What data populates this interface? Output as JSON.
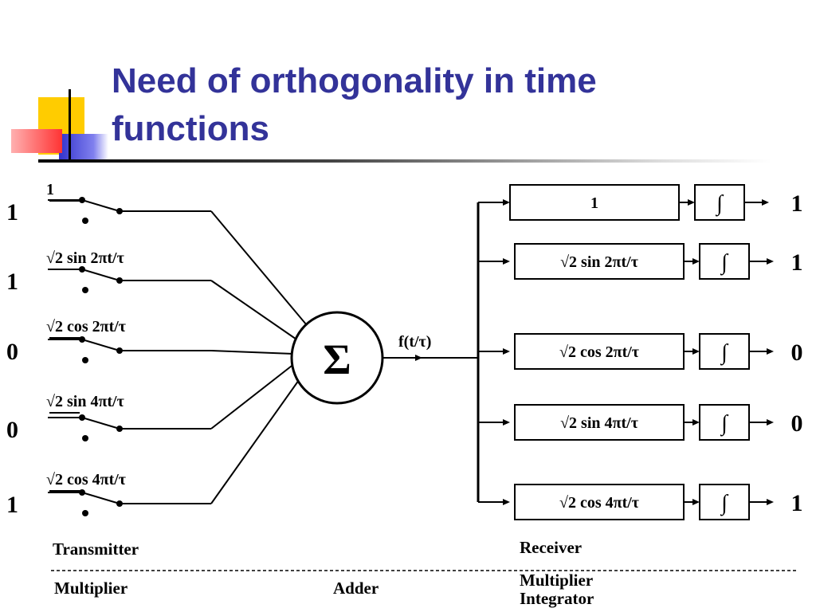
{
  "slide": {
    "title_line1": "Need of orthogonality in time",
    "title_line2": "functions",
    "colors": {
      "title": "#333399",
      "yellow": "#ffcc00",
      "blue": "#3333cc",
      "red": "#ff3333"
    }
  },
  "transmitter": {
    "bits": [
      "1",
      "1",
      "0",
      "0",
      "1"
    ],
    "functions": [
      "1",
      "√2 sin 2πt/τ",
      "√2 cos 2πt/τ",
      "√2 sin 4πt/τ",
      "√2 cos 4πt/τ"
    ],
    "label": "Transmitter",
    "sublabel": "Multiplier"
  },
  "adder": {
    "symbol": "Σ",
    "output_label": "f(t/τ)",
    "label": "Adder"
  },
  "receiver": {
    "functions": [
      "1",
      "√2 sin 2πt/τ",
      "√2 cos 2πt/τ",
      "√2 sin 4πt/τ",
      "√2 cos 4πt/τ"
    ],
    "integrator_symbol": "∫",
    "outputs": [
      "1",
      "1",
      "0",
      "0",
      "1"
    ],
    "label": "Receiver",
    "sublabel_1": "Multiplier",
    "sublabel_2": "Integrator"
  }
}
